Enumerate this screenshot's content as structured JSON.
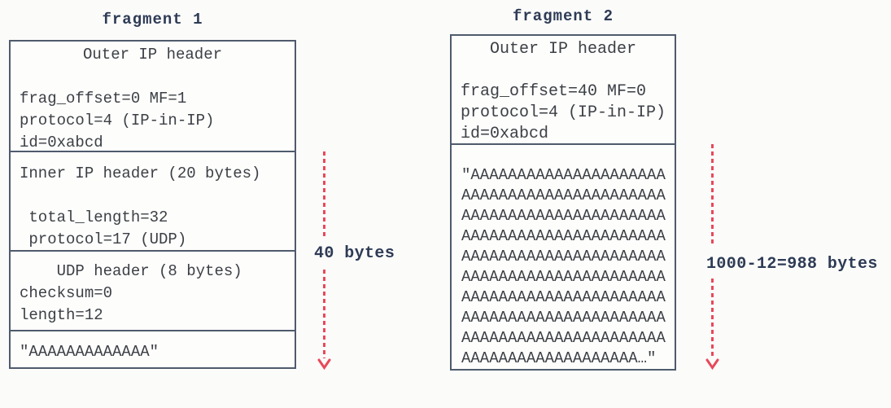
{
  "diagram": {
    "fragments": [
      {
        "title": "fragment 1",
        "sections": [
          {
            "heading": "Outer IP header",
            "lines": [
              "",
              "frag_offset=0 MF=1",
              "protocol=4 (IP-in-IP)",
              "id=0xabcd"
            ]
          },
          {
            "lines": [
              "Inner IP header (20 bytes)",
              "",
              " total_length=32",
              " protocol=17 (UDP)"
            ]
          },
          {
            "lines": [
              "    UDP header (8 bytes)",
              "checksum=0",
              "length=12"
            ]
          },
          {
            "lines": [
              "\"AAAAAAAAAAAAA\""
            ]
          }
        ]
      },
      {
        "title": "fragment 2",
        "sections": [
          {
            "heading": "Outer IP header",
            "lines": [
              "",
              "frag_offset=40 MF=0",
              "protocol=4 (IP-in-IP)",
              "id=0xabcd"
            ]
          },
          {
            "lines": [
              "\"AAAAAAAAAAAAAAAAAAAAA",
              "AAAAAAAAAAAAAAAAAAAAAA",
              "AAAAAAAAAAAAAAAAAAAAAA",
              "AAAAAAAAAAAAAAAAAAAAAA",
              "AAAAAAAAAAAAAAAAAAAAAA",
              "AAAAAAAAAAAAAAAAAAAAAA",
              "AAAAAAAAAAAAAAAAAAAAAA",
              "AAAAAAAAAAAAAAAAAAAAAA",
              "AAAAAAAAAAAAAAAAAAAAAA",
              "AAAAAAAAAAAAAAAAAAA…\""
            ]
          }
        ]
      }
    ],
    "arrows": [
      {
        "label": "40 bytes"
      },
      {
        "label": "1000-12=988 bytes"
      }
    ],
    "colors": {
      "arrow": "#e8495a",
      "heading_text": "#2e3b55",
      "border": "#4f5b6c",
      "body_text": "#3c4045",
      "background": "#fbfbfa"
    }
  }
}
